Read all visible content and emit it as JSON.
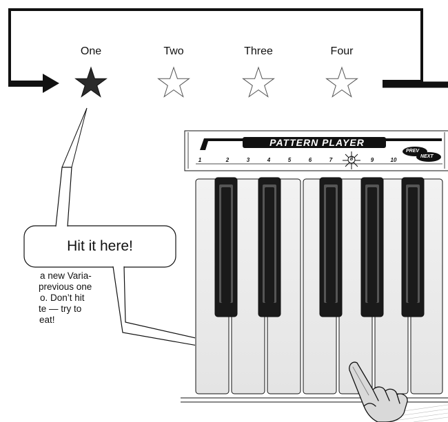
{
  "stars": [
    {
      "label": "One",
      "filled": true
    },
    {
      "label": "Two",
      "filled": false
    },
    {
      "label": "Three",
      "filled": false
    },
    {
      "label": "Four",
      "filled": false
    }
  ],
  "callout": {
    "text": "Hit it here!"
  },
  "body_text": {
    "lines": [
      "a new Varia-",
      "previous one",
      "o.  Don’t hit",
      "te — try to",
      "eat!"
    ]
  },
  "pattern_player": {
    "title": "PATTERN PLAYER",
    "numbers": [
      "1",
      "2",
      "3",
      "4",
      "5",
      "6",
      "7",
      "8",
      "9",
      "10"
    ],
    "prev_label": "PREV",
    "next_label": "NEXT"
  },
  "colors": {
    "ink": "#111111",
    "white_key": "#ededed",
    "black_key": "#1a1a1a"
  }
}
